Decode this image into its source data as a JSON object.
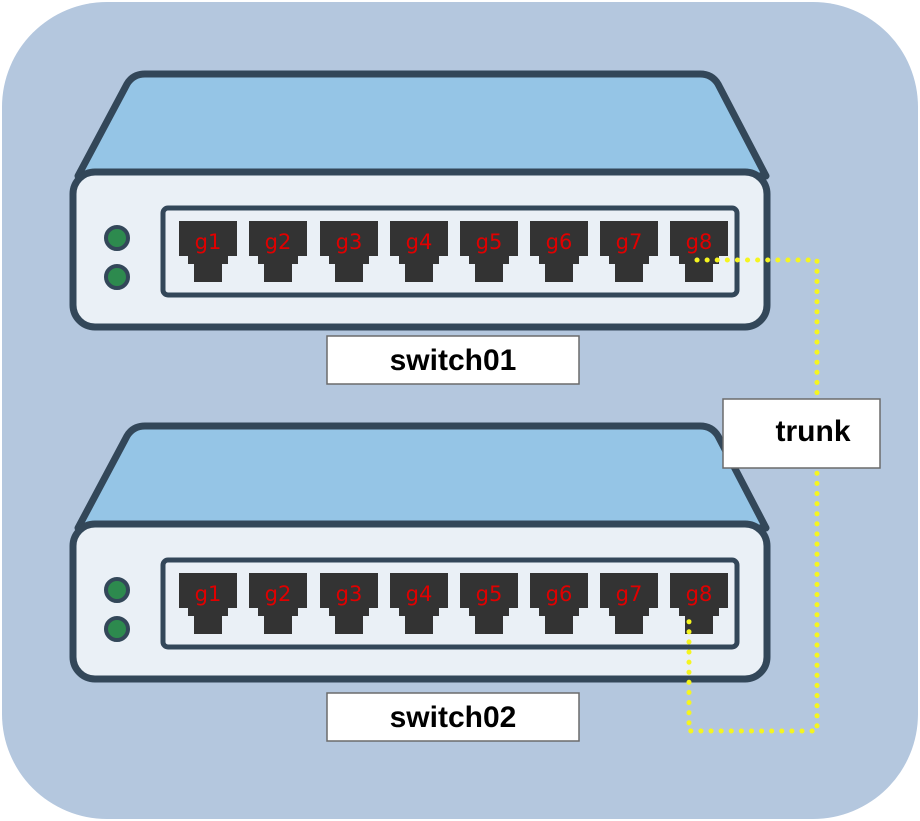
{
  "colors": {
    "background_panel": "#b4c7de",
    "switch_top": "#95c5e6",
    "switch_body": "#eaf0f6",
    "switch_outline": "#334759",
    "port_fill": "#333333",
    "port_label": "#e00000",
    "led": "#2d8a4e",
    "trunk_cable": "#f5f520"
  },
  "switches": [
    {
      "name": "switch01",
      "leds": 2,
      "ports": [
        "g1",
        "g2",
        "g3",
        "g4",
        "g5",
        "g6",
        "g7",
        "g8"
      ]
    },
    {
      "name": "switch02",
      "leds": 2,
      "ports": [
        "g1",
        "g2",
        "g3",
        "g4",
        "g5",
        "g6",
        "g7",
        "g8"
      ]
    }
  ],
  "link": {
    "label": "trunk",
    "from": {
      "switch": "switch01",
      "port": "g8"
    },
    "to": {
      "switch": "switch02",
      "port": "g8"
    },
    "style": "dotted"
  }
}
